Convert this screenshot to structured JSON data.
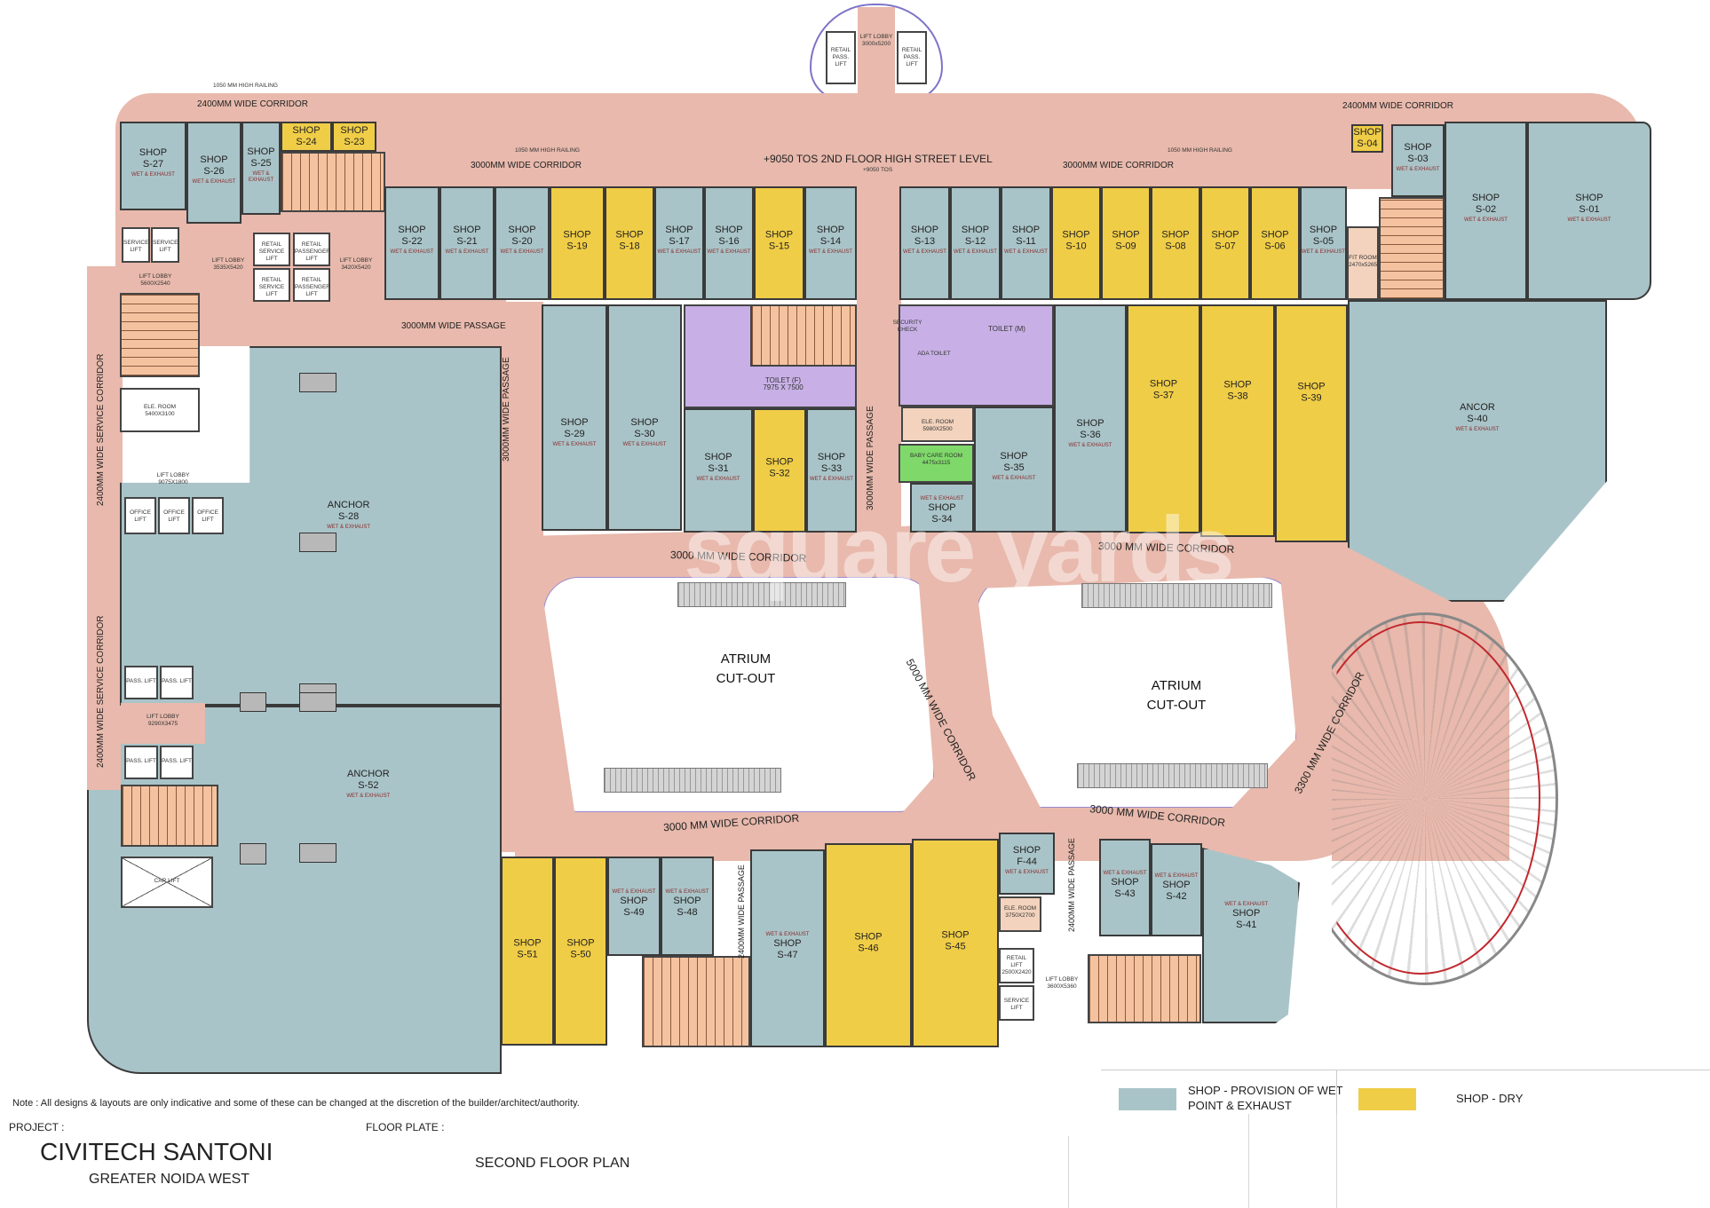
{
  "plan": {
    "level_label": "+9050 TOS 2ND FLOOR HIGH STREET LEVEL",
    "level_sub": "+9050 TOS",
    "top_lift_lobby": "LIFT LOBBY 3000x5200",
    "top_lift_left": "RETAIL PASS. LIFT",
    "top_lift_right": "RETAIL PASS. LIFT",
    "railing": "1050 MM HIGH RAILING",
    "corridors": {
      "top_left_2400": "2400MM WIDE CORRIDOR",
      "top_right_2400": "2400MM WIDE CORRIDOR",
      "top_left_3000": "3000MM WIDE CORRIDOR",
      "top_right_3000": "3000MM WIDE CORRIDOR",
      "passage_3000": "3000MM WIDE PASSAGE",
      "service_upper": "2400MM WIDE SERVICE CORRIDOR",
      "service_lower": "2400MM WIDE SERVICE CORRIDOR",
      "passage_vert_left": "3000MM WIDE PASSAGE",
      "passage_vert_center": "3000MM WIDE PASSAGE",
      "mid_left": "3000 MM WIDE CORRIDOR",
      "mid_right": "3000 MM WIDE CORRIDOR",
      "diag_5000": "5000 MM WIDE CORRIDOR",
      "diag_3300": "3300 MM WIDE CORRIDOR",
      "bottom_left": "3000 MM WIDE CORRIDOR",
      "bottom_right": "3000 MM WIDE CORRIDOR",
      "passage_2400_left": "2400MM WIDE PASSAGE",
      "passage_2400_right": "2400MM WIDE PASSAGE"
    },
    "atrium_left": [
      "ATRIUM",
      "CUT-OUT"
    ],
    "atrium_right": [
      "ATRIUM",
      "CUT-OUT"
    ],
    "wet_note": "WET & EXHAUST",
    "shops": {
      "S27": {
        "t": "SHOP",
        "n": "S-27"
      },
      "S26": {
        "t": "SHOP",
        "n": "S-26"
      },
      "S25": {
        "t": "SHOP",
        "n": "S-25"
      },
      "S24": {
        "t": "SHOP",
        "n": "S-24"
      },
      "S23": {
        "t": "SHOP",
        "n": "S-23"
      },
      "S22": {
        "t": "SHOP",
        "n": "S-22"
      },
      "S21": {
        "t": "SHOP",
        "n": "S-21"
      },
      "S20": {
        "t": "SHOP",
        "n": "S-20"
      },
      "S19": {
        "t": "SHOP",
        "n": "S-19"
      },
      "S18": {
        "t": "SHOP",
        "n": "S-18"
      },
      "S17": {
        "t": "SHOP",
        "n": "S-17"
      },
      "S16": {
        "t": "SHOP",
        "n": "S-16"
      },
      "S15": {
        "t": "SHOP",
        "n": "S-15"
      },
      "S14": {
        "t": "SHOP",
        "n": "S-14"
      },
      "S13": {
        "t": "SHOP",
        "n": "S-13"
      },
      "S12": {
        "t": "SHOP",
        "n": "S-12"
      },
      "S11": {
        "t": "SHOP",
        "n": "S-11"
      },
      "S10": {
        "t": "SHOP",
        "n": "S-10"
      },
      "S09": {
        "t": "SHOP",
        "n": "S-09"
      },
      "S08": {
        "t": "SHOP",
        "n": "S-08"
      },
      "S07": {
        "t": "SHOP",
        "n": "S-07"
      },
      "S06": {
        "t": "SHOP",
        "n": "S-06"
      },
      "S05": {
        "t": "SHOP",
        "n": "S-05"
      },
      "S04": {
        "t": "SHOP",
        "n": "S-04"
      },
      "S03": {
        "t": "SHOP",
        "n": "S-03"
      },
      "S02": {
        "t": "SHOP",
        "n": "S-02"
      },
      "S01": {
        "t": "SHOP",
        "n": "S-01"
      },
      "S28": {
        "t": "ANCHOR",
        "n": "S-28"
      },
      "S29": {
        "t": "SHOP",
        "n": "S-29"
      },
      "S30": {
        "t": "SHOP",
        "n": "S-30"
      },
      "S31": {
        "t": "SHOP",
        "n": "S-31"
      },
      "S32": {
        "t": "SHOP",
        "n": "S-32"
      },
      "S33": {
        "t": "SHOP",
        "n": "S-33"
      },
      "S34": {
        "t": "SHOP",
        "n": "S-34"
      },
      "S35": {
        "t": "SHOP",
        "n": "S-35"
      },
      "S36": {
        "t": "SHOP",
        "n": "S-36"
      },
      "S37": {
        "t": "SHOP",
        "n": "S-37"
      },
      "S38": {
        "t": "SHOP",
        "n": "S-38"
      },
      "S39": {
        "t": "SHOP",
        "n": "S-39"
      },
      "S40": {
        "t": "ANCOR",
        "n": "S-40"
      },
      "S41": {
        "t": "SHOP",
        "n": "S-41"
      },
      "S42": {
        "t": "SHOP",
        "n": "S-42"
      },
      "S43": {
        "t": "SHOP",
        "n": "S-43"
      },
      "F44": {
        "t": "SHOP",
        "n": "F-44"
      },
      "S45": {
        "t": "SHOP",
        "n": "S-45"
      },
      "S46": {
        "t": "SHOP",
        "n": "S-46"
      },
      "S47": {
        "t": "SHOP",
        "n": "S-47"
      },
      "S48": {
        "t": "SHOP",
        "n": "S-48"
      },
      "S49": {
        "t": "SHOP",
        "n": "S-49"
      },
      "S50": {
        "t": "SHOP",
        "n": "S-50"
      },
      "S51": {
        "t": "SHOP",
        "n": "S-51"
      },
      "S52": {
        "t": "ANCHOR",
        "n": "S-52"
      }
    },
    "rooms": {
      "toilet_f": "TOILET (F)",
      "toilet_f_size": "7975 X 7500",
      "toilet_m": "TOILET (M)",
      "ada_toilet": "ADA TOILET",
      "security_check": "SECURITY CHECK",
      "ele_room_center": "ELE. ROOM",
      "ele_room_center_size": "5980X2500",
      "baby_care": "BABY CARE ROOM",
      "baby_care_size": "4475x3115",
      "ele_room_left": "ELE. ROOM",
      "ele_room_left_size": "5400X3100",
      "ele_room_bottom": "ELE. ROOM",
      "ele_room_bottom_size": "3750X2700",
      "fit_room": "FIT ROOM",
      "fit_room_size": "2470x5265",
      "lift_lobby_left_top": "LIFT LOBBY",
      "lift_lobby_left_top_size": "5600X2540",
      "lift_lobby_a": "LIFT LOBBY",
      "lift_lobby_a_size": "3535X5420",
      "lift_lobby_b": "LIFT LOBBY",
      "lift_lobby_b_size": "3420X5420",
      "lift_lobby_office": "LIFT LOBBY",
      "lift_lobby_office_size": "9075X1800",
      "lift_lobby_pass": "LIFT LOBBY",
      "lift_lobby_pass_size": "9290X3475",
      "lift_lobby_bottom": "LIFT LOBBY",
      "lift_lobby_bottom_size": "3600X5360",
      "service_lift": "SERVICE LIFT",
      "retail_service_lift": "RETAIL SERVICE LIFT",
      "retail_passenger_lift": "RETAIL PASSENGER LIFT",
      "office_lift": "OFFICE LIFT",
      "pass_lift": "PASS. LIFT",
      "car_lift": "CAR LIFT",
      "retail_lift": "RETAIL LIFT",
      "retail_lift_size": "2500X2420",
      "service_lift_b": "SERVICE LIFT"
    },
    "watermark": "square yards"
  },
  "legend": {
    "wet": {
      "label_1": "SHOP - PROVISION OF WET",
      "label_2": "POINT & EXHAUST",
      "color": "#a9c4c8"
    },
    "dry": {
      "label": "SHOP - DRY",
      "color": "#f0cd47"
    }
  },
  "footer": {
    "note": "Note : All designs & layouts are only indicative and some of these can be changed at the discretion of the builder/architect/authority.",
    "project_label": "PROJECT :",
    "project_name": "CIVITECH SANTONI",
    "project_location": "GREATER NOIDA WEST",
    "floor_plate_label": "FLOOR PLATE :",
    "floor_plate_value": "SECOND FLOOR PLAN"
  }
}
